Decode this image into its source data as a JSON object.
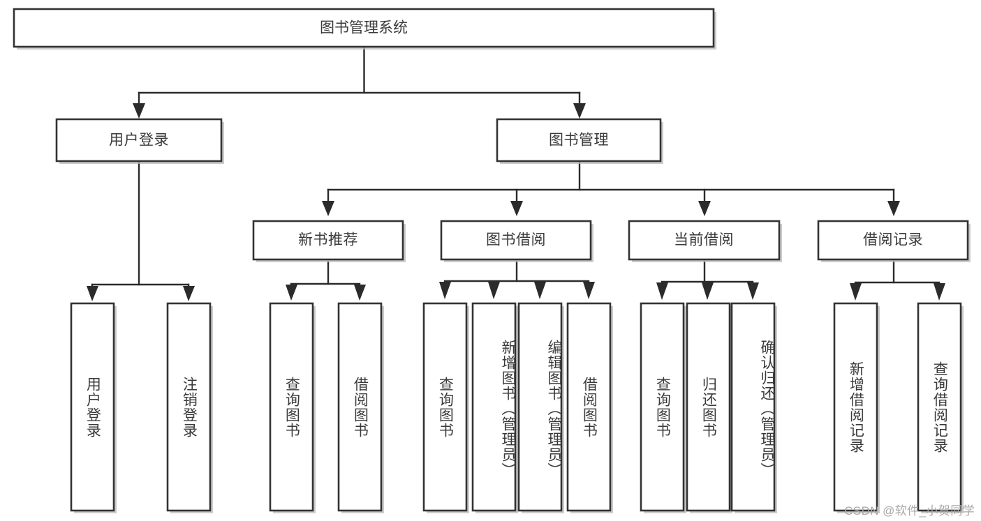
{
  "diagram": {
    "title": "图书管理系统",
    "type": "tree-hierarchy-chart",
    "watermark": "CSDN @软件_小贺同学",
    "colors": {
      "box_stroke": "#333333",
      "box_fill": "#ffffff",
      "connector": "#2b2b2b",
      "text": "#3a3a3a",
      "watermark": "#a8a8a8",
      "background": "#ffffff"
    },
    "root": {
      "label": "图书管理系统"
    },
    "level2": [
      {
        "label": "用户登录"
      },
      {
        "label": "图书管理"
      }
    ],
    "level3": [
      {
        "label": "新书推荐"
      },
      {
        "label": "图书借阅"
      },
      {
        "label": "当前借阅"
      },
      {
        "label": "借阅记录"
      }
    ],
    "leaves": {
      "user_login": [
        {
          "label": "用户登录"
        },
        {
          "label": "注销登录"
        }
      ],
      "new_book": [
        {
          "label": "查询图书"
        },
        {
          "label": "借阅图书"
        }
      ],
      "book_borrow": [
        {
          "label": "查询图书"
        },
        {
          "label": "新增图书（管理员）"
        },
        {
          "label": "编辑图书（管理员）"
        },
        {
          "label": "借阅图书"
        }
      ],
      "current_borrow": [
        {
          "label": "查询图书"
        },
        {
          "label": "归还图书"
        },
        {
          "label": "确认归还（管理员）"
        }
      ],
      "borrow_record": [
        {
          "label": "新增借阅记录"
        },
        {
          "label": "查询借阅记录"
        }
      ]
    }
  }
}
